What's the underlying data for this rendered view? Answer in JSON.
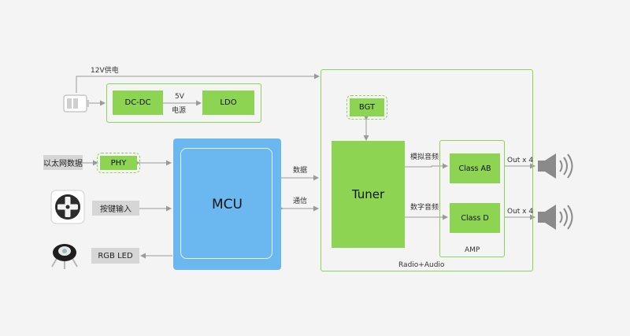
{
  "diagram": {
    "power_label": "12V供电",
    "dcdc": "DC-DC",
    "voltage_5v": "5V",
    "power_source": "电源",
    "ldo": "LDO",
    "ethernet_data": "以太网数据",
    "phy": "PHY",
    "key_input": "按键输入",
    "rgb_led": "RGB LED",
    "mcu": "MCU",
    "data_label": "数据",
    "comm_label": "通信",
    "bgt": "BGT",
    "tuner": "Tuner",
    "analog_audio": "模拟音频",
    "digital_audio": "数字音频",
    "class_ab": "Class AB",
    "class_d": "Class D",
    "amp": "AMP",
    "radio_audio": "Radio+Audio",
    "out_1": "Out x 4",
    "out_2": "Out x 4"
  },
  "colors": {
    "green": "#8dd452",
    "mcu_blue": "#6ab8ef",
    "grey_box": "#d6d6d6",
    "arrow": "#9a9a9a"
  },
  "icons": [
    "battery-icon",
    "dpad-icon",
    "led-icon",
    "speaker-icon"
  ]
}
